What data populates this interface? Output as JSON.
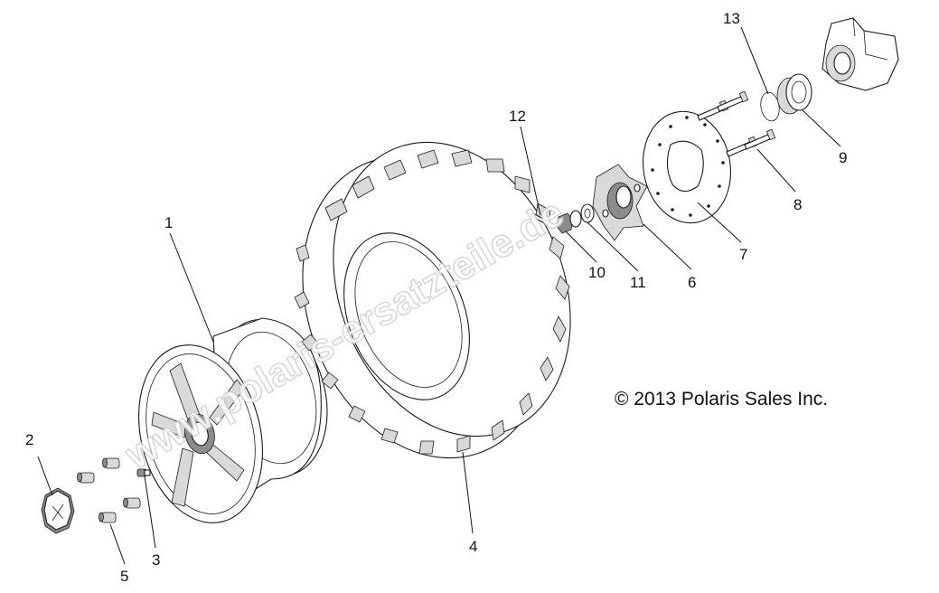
{
  "callouts": [
    {
      "id": "c1",
      "text": "1"
    },
    {
      "id": "c2",
      "text": "2"
    },
    {
      "id": "c3",
      "text": "3"
    },
    {
      "id": "c4",
      "text": "4"
    },
    {
      "id": "c5",
      "text": "5"
    },
    {
      "id": "c6",
      "text": "6"
    },
    {
      "id": "c7",
      "text": "7"
    },
    {
      "id": "c8",
      "text": "8"
    },
    {
      "id": "c9",
      "text": "9"
    },
    {
      "id": "c10",
      "text": "10"
    },
    {
      "id": "c11",
      "text": "11"
    },
    {
      "id": "c12",
      "text": "12"
    },
    {
      "id": "c13",
      "text": "13"
    }
  ],
  "copyright": "© 2013 Polaris Sales Inc.",
  "watermark": "www.polaris-ersatzteile.de"
}
